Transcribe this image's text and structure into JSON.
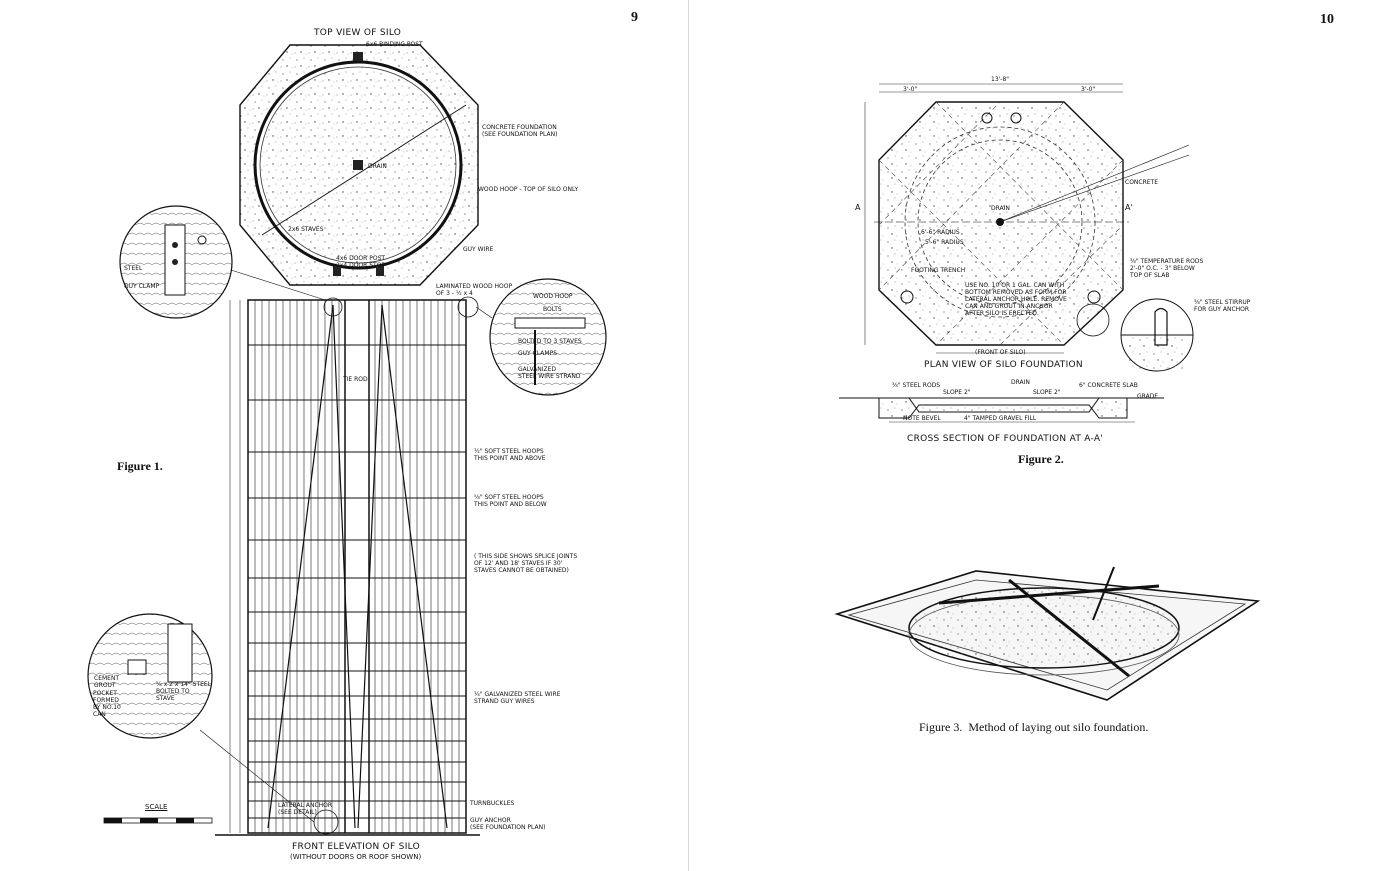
{
  "left_page": {
    "page_number": "9",
    "figure_label": "Figure 1.",
    "top_view": {
      "title": "TOP VIEW OF SILO",
      "callouts": {
        "binding_post": "6x6 BINDING POST",
        "concrete_foundation": "CONCRETE FOUNDATION\n(SEE FOUNDATION PLAN)",
        "drain": "DRAIN",
        "wood_hoop": "WOOD HOOP - TOP OF SILO ONLY",
        "staves": "2x6 STAVES",
        "guy_wire": "GUY WIRE",
        "door_post": "4x6 DOOR POST\n2x4 DOOR STOP"
      }
    },
    "detail_left_top": {
      "steel": "STEEL",
      "guy_clamp": "GUY CLAMP"
    },
    "detail_right_top": {
      "wood_hoop": "WOOD HOOP",
      "bolts": "BOLTS",
      "bolted": "BOLTED TO 3 STAVES",
      "guy_clamps": "GUY CLAMPS",
      "galvanized": "GALVANIZED\nSTEEL WIRE STRAND"
    },
    "front_elevation": {
      "title": "FRONT ELEVATION OF SILO",
      "subtitle": "(WITHOUT DOORS OR ROOF SHOWN)",
      "callouts": {
        "laminated_hoop": "LAMINATED WOOD HOOP\nOF 3 - ½ x 4",
        "tie_rod": "TIE ROD",
        "hoops_above": "½\" SOFT STEEL HOOPS\nTHIS POINT AND ABOVE",
        "hoops_below": "⅝\" SOFT STEEL HOOPS\nTHIS POINT AND BELOW",
        "splice_note": "( THIS SIDE SHOWS SPLICE JOINTS\nOF 12' AND 18' STAVES IF 30'\nSTAVES CANNOT BE OBTAINED)",
        "guy_wires": "¼\" GALVANIZED STEEL WIRE\nSTRAND GUY WIRES",
        "turnbuckles": "TURNBUCKLES",
        "guy_anchor": "GUY ANCHOR\n(SEE FOUNDATION PLAN)",
        "lateral_anchor": "LATERAL ANCHOR\n(SEE DETAIL)"
      }
    },
    "detail_left_bottom": {
      "cement_grout": "CEMENT\nGROUT",
      "pocket": "POCKET\nFORMED\nBY NO.10\nCAN",
      "steel_bolted": "⅝ x 2 x 14\" STEEL\nBOLTED TO\nSTAVE"
    },
    "scale": {
      "label": "SCALE"
    }
  },
  "right_page": {
    "page_number": "10",
    "plan_view": {
      "title": "PLAN VIEW OF SILO FOUNDATION",
      "dims": {
        "overall": "13'-8\"",
        "side_left": "3'-0\"",
        "side_right": "3'-0\"",
        "front": "(FRONT OF SILO)"
      },
      "callouts": {
        "concrete": "CONCRETE",
        "drain": "DRAIN",
        "radius_1": "6'-6\" RADIUS",
        "radius_2": "5'-6\" RADIUS",
        "footing": "FOOTING TRENCH",
        "temp_rods": "⅜\" TEMPERATURE RODS\n2'-0\" O.C. - 3\" BELOW\nTOP OF SLAB",
        "stirrup": "⅜\" STEEL STIRRUP\nFOR GUY ANCHOR",
        "anchor_note": "USE NO. 10 OR 1 GAL. CAN WITH\nBOTTOM REMOVED AS FORM FOR\nLATERAL ANCHOR HOLE. REMOVE\nCAN AND GROUT IN ANCHOR\nAFTER SILO IS ERECTED.",
        "section_a": "A",
        "section_a_prime": "A'"
      }
    },
    "cross_section": {
      "title": "CROSS SECTION OF FOUNDATION AT A-A'",
      "callouts": {
        "steel_rods": "⅜\" STEEL RODS",
        "drain": "DRAIN",
        "slab": "6\" CONCRETE SLAB",
        "slope_left": "SLOPE 2\"",
        "slope_right": "SLOPE 2\"",
        "grade": "GRADE",
        "bevel": "NOTE BEVEL",
        "gravel": "4\" TAMPED GRAVEL FILL"
      }
    },
    "figure2_label": "Figure 2.",
    "figure3_caption": "Figure 3.  Method of laying out silo foundation."
  }
}
